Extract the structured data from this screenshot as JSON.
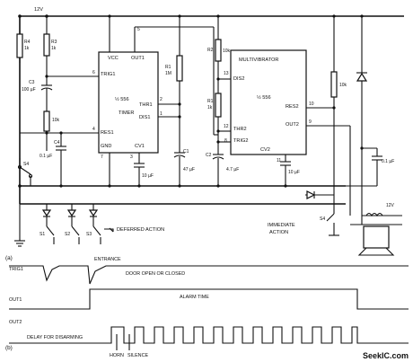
{
  "supply": "12V",
  "r4": {
    "name": "R4",
    "value": "1k"
  },
  "r3": {
    "name": "R3",
    "value": "1k"
  },
  "c3": {
    "name": "C3",
    "value": "100 µF"
  },
  "r5": {
    "value": "10k"
  },
  "c4": {
    "name": "C4",
    "value": "0.1 µF"
  },
  "s4": "S4",
  "timer": {
    "vcc": "VCC",
    "out": "OUT1",
    "trig": "TRIG1",
    "res": "RES1",
    "gnd": "GND",
    "thr": "THR1",
    "dis": "DIS1",
    "cv": "CV1",
    "part": "½ 556",
    "name": "TIMER",
    "pins": {
      "p6": "6",
      "p5": "5",
      "p4": "4",
      "p7": "7",
      "p2": "2",
      "p1": "1",
      "p3": "3"
    }
  },
  "r1": {
    "name": "R1",
    "value": "1M"
  },
  "c1": {
    "name": "C1",
    "value": "47 µF"
  },
  "c_cv1": {
    "value": "10 µF"
  },
  "mv": {
    "title": "MULTIVIBRATOR",
    "dis": "DIS2",
    "thr": "THR2",
    "trig": "TRIG2",
    "cv": "CV2",
    "res": "RES2",
    "out": "OUT2",
    "part": "½ 556",
    "pins": {
      "p13": "13",
      "p12": "12",
      "p8": "8",
      "p11": "11",
      "p10": "10",
      "p9": "9"
    }
  },
  "r2": {
    "name": "R2",
    "value": "10k"
  },
  "r1b": {
    "name": "R1",
    "value": "1k"
  },
  "c2": {
    "name": "C2",
    "value": "4.7 µF"
  },
  "c_cv2": {
    "value": "10 µF"
  },
  "r_right": {
    "value": "10k"
  },
  "c_right": {
    "value": "0.1 µF"
  },
  "switches": {
    "s1": "S1",
    "s2": "S2",
    "s3": "S3",
    "s4b": "S4"
  },
  "deferred": "DEFERRED ACTION",
  "immediate_1": "IMMEDIATE",
  "immediate_2": "ACTION",
  "horn_supply": "12V",
  "timing": {
    "a_label": "(a)",
    "b_label": "(b)",
    "trig1": "TRIG1",
    "out1": "OUT1",
    "out2": "OUT2",
    "entrance": "ENTRANCE",
    "door": "DOOR OPEN OR CLOSED",
    "alarm": "ALARM TIME",
    "delay": "DELAY FOR DISARMING",
    "horn": "HORN",
    "silence": "SILENCE"
  },
  "watermark": "SeekIC.com"
}
